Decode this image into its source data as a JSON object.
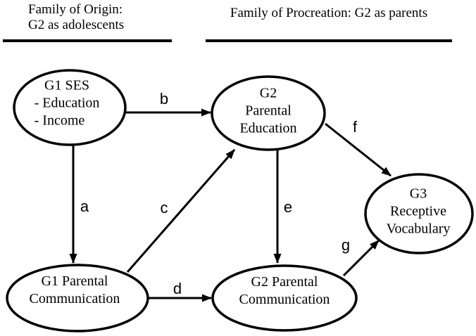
{
  "headers": {
    "left_line1": "Family of Origin:",
    "left_line2": "G2 as adolescents",
    "right": "Family of Procreation: G2 as parents"
  },
  "nodes": {
    "g1_ses": {
      "line1": "G1 SES",
      "line2": "- Education",
      "line3": "- Income"
    },
    "g2_parental_education": {
      "line1": "G2",
      "line2": "Parental",
      "line3": "Education"
    },
    "g3_receptive_vocabulary": {
      "line1": "G3",
      "line2": "Receptive",
      "line3": "Vocabulary"
    },
    "g1_parental_communication": {
      "line1": "G1 Parental",
      "line2": "Communication"
    },
    "g2_parental_communication": {
      "line1": "G2 Parental",
      "line2": "Communication"
    }
  },
  "edges": {
    "a": {
      "label": "a",
      "from": "G1 SES",
      "to": "G1 Parental Communication"
    },
    "b": {
      "label": "b",
      "from": "G1 SES",
      "to": "G2 Parental Education"
    },
    "c": {
      "label": "c",
      "from": "G1 Parental Communication",
      "to": "G2 Parental Education"
    },
    "d": {
      "label": "d",
      "from": "G1 Parental Communication",
      "to": "G2 Parental Communication"
    },
    "e": {
      "label": "e",
      "from": "G2 Parental Education",
      "to": "G2 Parental Communication"
    },
    "f": {
      "label": "f",
      "from": "G2 Parental Education",
      "to": "G3 Receptive Vocabulary"
    },
    "g": {
      "label": "g",
      "from": "G2 Parental Communication",
      "to": "G3 Receptive Vocabulary"
    }
  },
  "colors": {
    "ink": "#000000",
    "background": "#ffffff"
  }
}
